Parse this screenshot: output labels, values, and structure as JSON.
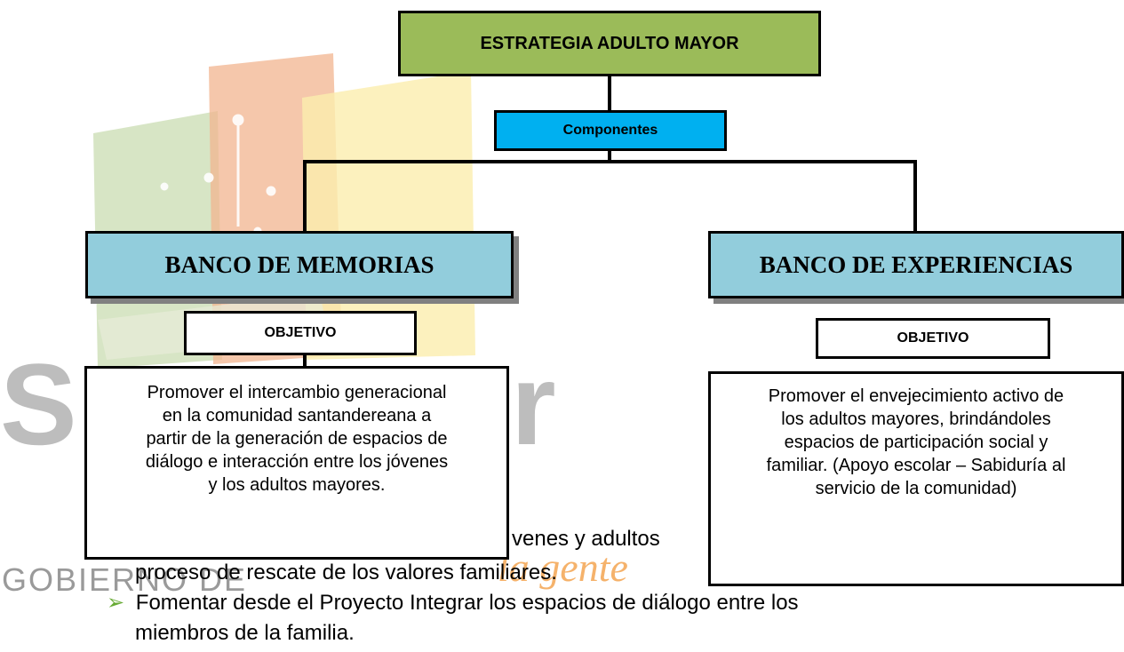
{
  "watermark": {
    "big_letters_left": "S",
    "big_letters_right": "r",
    "gobierno_text": "GOBIERNO DE",
    "script_text": "la gente"
  },
  "diagram": {
    "root": {
      "label": "ESTRATEGIA ADULTO MAYOR",
      "fill": "#9bbb59"
    },
    "components": {
      "label": "Componentes",
      "fill": "#00b0f0"
    },
    "branches": [
      {
        "title": "BANCO DE MEMORIAS",
        "fill": "#92cddc",
        "objective_label": "OBJETIVO",
        "objective_text": [
          "Promover el intercambio generacional",
          "en la comunidad santandereana a",
          "partir de la generación de espacios de",
          "diálogo e interacción entre los jóvenes",
          "y los adultos mayores."
        ]
      },
      {
        "title": "BANCO DE EXPERIENCIAS",
        "fill": "#92cddc",
        "objective_label": "OBJETIVO",
        "objective_text": [
          "Promover el envejecimiento activo de",
          "los adultos mayores,  brindándoles",
          "espacios de participación social y",
          "familiar. (Apoyo escolar – Sabiduría al",
          "servicio de la comunidad)"
        ]
      }
    ]
  },
  "body_text": {
    "fragment_line": "venes y adultos",
    "line2": "proceso de rescate de los valores familiares.",
    "bullet_symbol": "➢",
    "bullet_line1": "Fomentar desde el Proyecto Integrar los espacios de diálogo entre los",
    "bullet_line2": "miembros de la familia."
  }
}
